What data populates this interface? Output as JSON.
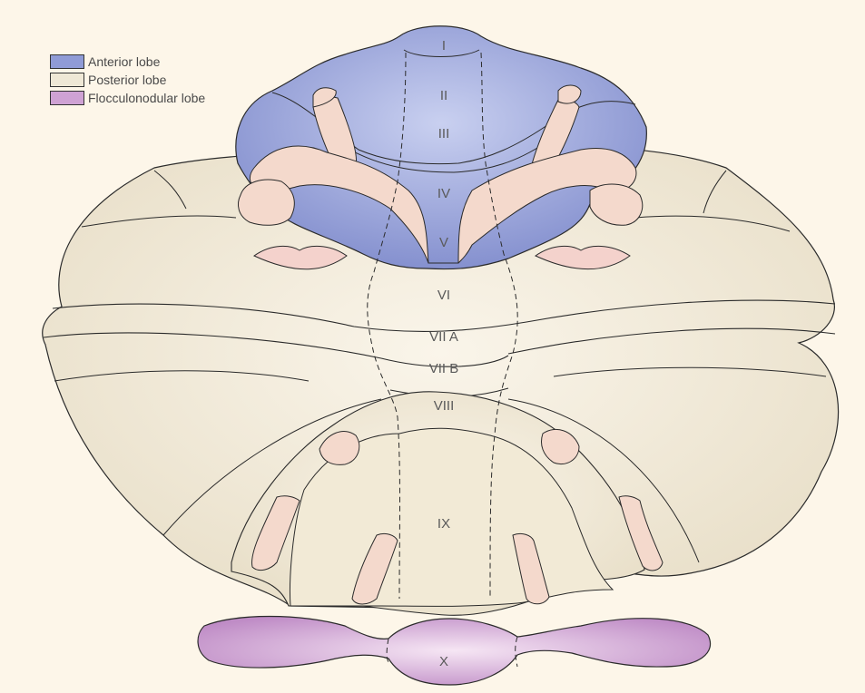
{
  "legend": {
    "items": [
      {
        "label": "Anterior lobe",
        "color": "#8f9bd6"
      },
      {
        "label": "Posterior lobe",
        "color": "#efe8d6"
      },
      {
        "label": "Flocculonodular lobe",
        "color": "#cfa2d4"
      }
    ]
  },
  "lobules": {
    "I": "I",
    "II": "II",
    "III": "III",
    "IV": "IV",
    "V": "V",
    "VI": "VI",
    "VIIA": "VII A",
    "VIIB": "VII B",
    "VIII": "VIII",
    "IX": "IX",
    "X": "X"
  },
  "colors": {
    "background": "#fdf6e9",
    "anterior": "#8f9bd6",
    "posterior": "#efe8d6",
    "flocculonodular": "#cfa2d4",
    "body_map": "#f4d9cc",
    "outline": "#2b2b2b"
  }
}
